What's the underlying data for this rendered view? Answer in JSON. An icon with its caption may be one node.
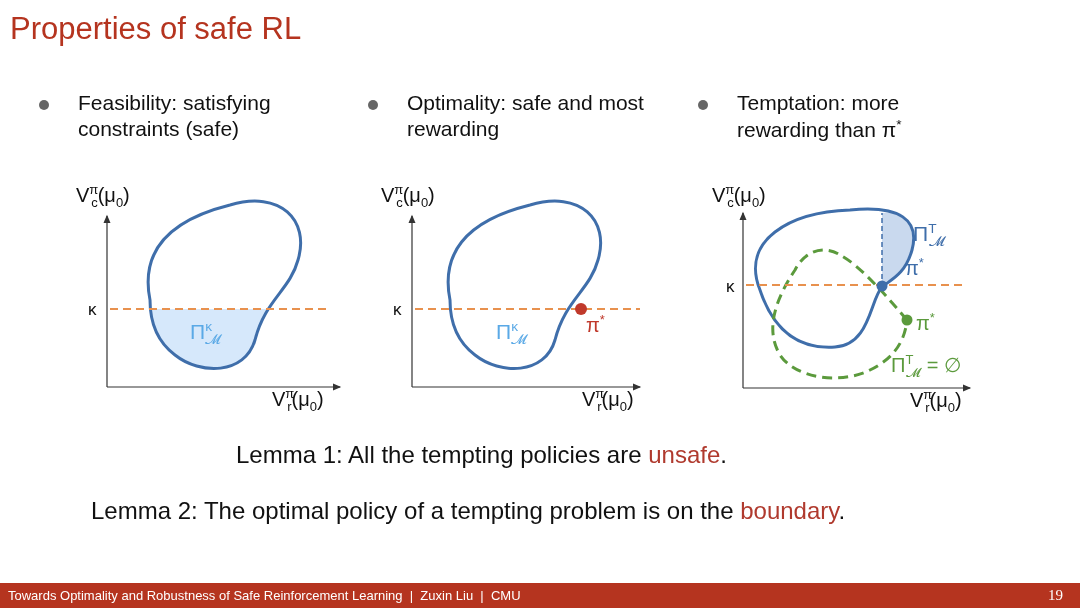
{
  "diagram": {
    "title": "Properties of safe RL",
    "labels": [
      "Feasibility: satisfying constraints (safe)",
      "Optimality: safe and most rewarding",
      "Temptation: more rewarding than π$^{*}$",
      "V$^{π}$$_{c}$(μ$_{0}$)",
      "κ",
      "Π$^{κ}$$_{𝓜}$",
      "V$^{π}$$_{r}$(μ$_{0}$)",
      "V$^{π}$$_{c}$(μ$_{0}$)",
      "κ",
      "Π$^{κ}$$_{𝓜}$",
      "π$^{*}$",
      "V$^{π}$$_{r}$(μ$_{0}$)",
      "V$^{π}$$_{c}$(μ$_{0}$)",
      "Π$^{T}$$_{𝓜}$",
      "π$^{*}$",
      "κ",
      "π$^{*}$",
      "Π$^{T}$$_{𝓜}$ = ∅",
      "V$^{π}$$_{r}$(μ$_{0}$)",
      "Lemma 1: All the tempting policies are **unsafe**.",
      "Lemma 2: The optimal policy of a tempting problem is on the **boundary**.",
      "Towards Optimality and Robustness of Safe Reinforcement Learning  |  Zuxin Liu  |  CMU",
      "19"
    ]
  }
}
